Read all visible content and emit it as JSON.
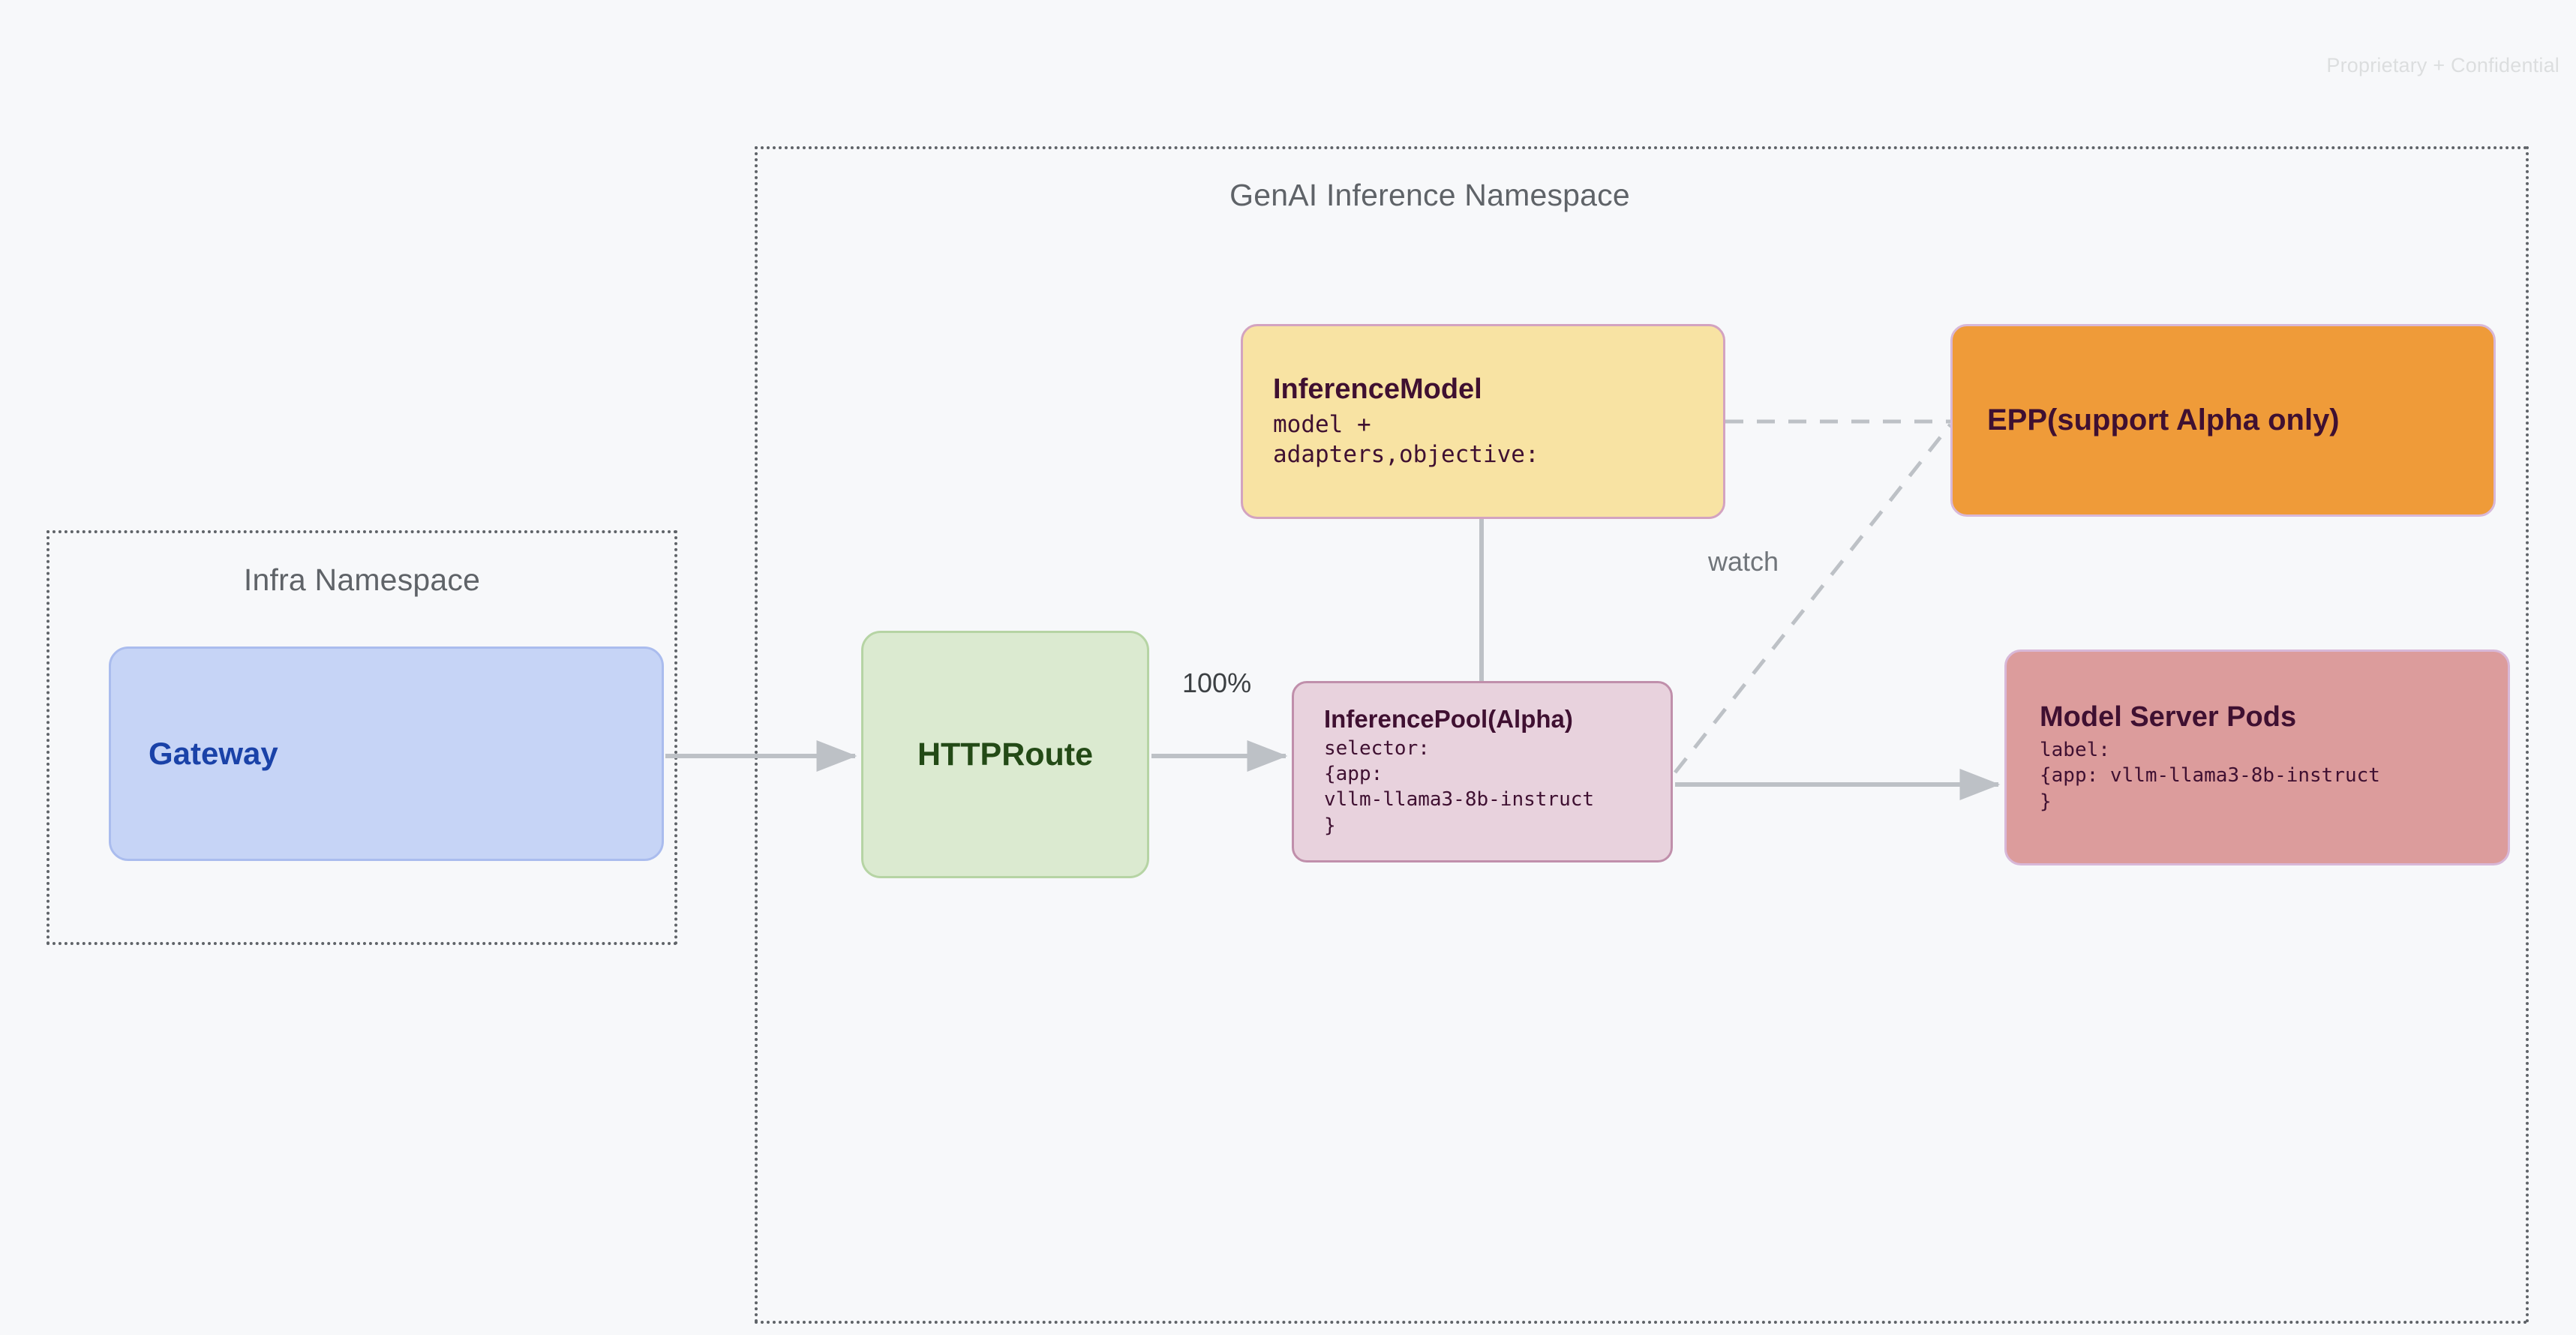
{
  "watermark": "Proprietary + Confidential",
  "namespaces": [
    {
      "id": "infra",
      "title": "Infra Namespace"
    },
    {
      "id": "genai",
      "title": "GenAI Inference Namespace"
    }
  ],
  "nodes": {
    "gateway": {
      "title": "Gateway",
      "fill": "#c6d4f6",
      "border": "#aabcee",
      "text_color": "#1a42a8"
    },
    "httproute": {
      "title": "HTTPRoute",
      "fill": "#dbead0",
      "border": "#b6d4a4",
      "text_color": "#234a16"
    },
    "inference_model": {
      "title": "InferenceModel",
      "body": "model +\nadapters,objective:",
      "fill": "#f8e3a3",
      "border": "#d3a3c0",
      "text_color": "#3f1031"
    },
    "epp": {
      "title": "EPP(support Alpha only)",
      "fill": "#ef9b39",
      "border": "#d8b8d8",
      "text_color": "#3f1031"
    },
    "inference_pool": {
      "title": "InferencePool(Alpha)",
      "body": "selector:\n{app:\nvllm-llama3-8b-instruct\n}",
      "fill": "#e8d2dd",
      "border": "#c08fab",
      "text_color": "#3f1031"
    },
    "model_server_pods": {
      "title": "Model Server Pods",
      "body": "label:\n{app: vllm-llama3-8b-instruct\n}",
      "fill": "#dc9c9c",
      "border": "#d8b8d8",
      "text_color": "#3f1031"
    }
  },
  "edges": {
    "gateway_to_httproute": {
      "label": ""
    },
    "httproute_to_inferencepool": {
      "label": "100%"
    },
    "inferencemodel_to_epp": {
      "label": "watch",
      "style": "dashed"
    },
    "inferencepool_to_epp": {
      "label": "",
      "style": "dashed"
    },
    "inferencepool_to_pods": {
      "label": ""
    },
    "inferencemodel_to_inferencepool": {
      "label": "",
      "style": "solid"
    }
  },
  "colors": {
    "background": "#f7f8fa",
    "connector": "#bdc1c6",
    "namespace_border": "#5f6368",
    "namespace_title": "#5f6368",
    "watermark": "#dcdedf"
  }
}
